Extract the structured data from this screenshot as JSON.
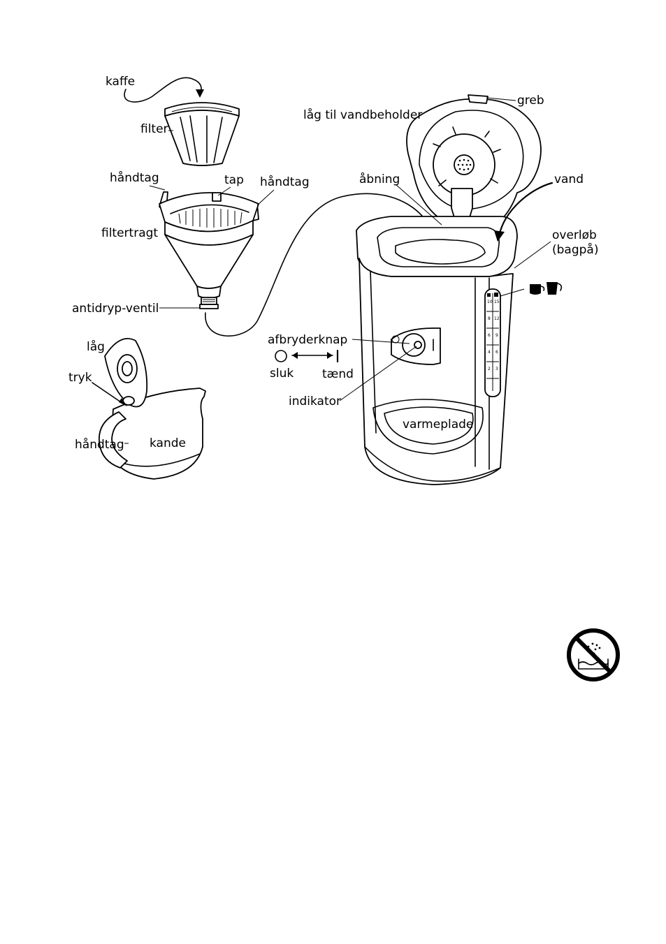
{
  "labels": {
    "kaffe": "kaffe",
    "filter": "filter",
    "haandtag_left": "håndtag",
    "tap": "tap",
    "haandtag_right": "håndtag",
    "filtertragt": "filtertragt",
    "antidryp": "antidryp-ventil",
    "laag_vandbeholder": "låg til vandbeholder",
    "greb": "greb",
    "aabning": "åbning",
    "vand": "vand",
    "overloeb_line1": "overløb",
    "overloeb_line2": "(bagpå)",
    "afbryderknap": "afbryderknap",
    "sluk": "sluk",
    "taend": "tænd",
    "indikator": "indikator",
    "varmeplade": "varmeplade",
    "laag": "låg",
    "tryk": "tryk",
    "haandtag_jug": "håndtag",
    "kande": "kande"
  },
  "gauge": {
    "col_left": [
      "10",
      "8",
      "6",
      "4",
      "2"
    ],
    "col_right": [
      "15",
      "12",
      "9",
      "6",
      "3"
    ]
  },
  "icons": {
    "cups": "cup-and-mug-icon",
    "no_immerse": "no-immersion-icon",
    "power_off": "circle-off-symbol",
    "power_on": "bar-on-symbol"
  }
}
